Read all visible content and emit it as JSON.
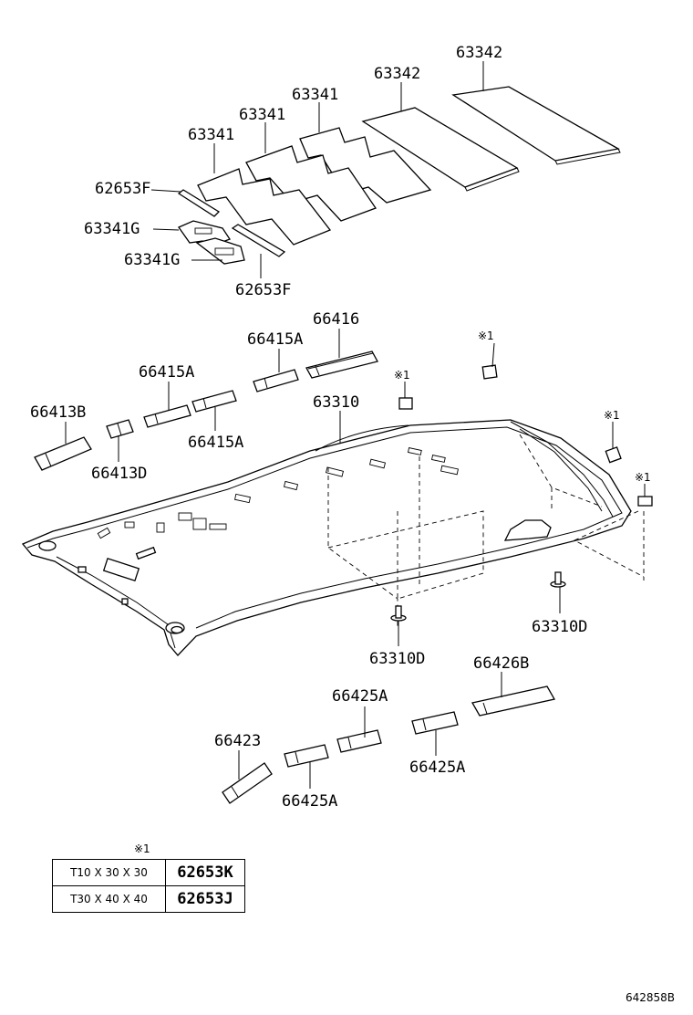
{
  "callouts": {
    "c63342a": "63342",
    "c63342b": "63342",
    "c63341a": "63341",
    "c63341b": "63341",
    "c63341c": "63341",
    "c62653Fa": "62653F",
    "c63341Ga": "63341G",
    "c63341Gb": "63341G",
    "c62653Fb": "62653F",
    "c66416": "66416",
    "c66415Aa": "66415A",
    "c66415Ab": "66415A",
    "c66415Ac": "66415A",
    "c66413B": "66413B",
    "c66413D": "66413D",
    "c63310": "63310",
    "c63310Da": "63310D",
    "c63310Db": "63310D",
    "c66426B": "66426B",
    "c66425Aa": "66425A",
    "c66425Ab": "66425A",
    "c66425Ac": "66425A",
    "c66423": "66423"
  },
  "note_marks": {
    "m1": "※1",
    "m2": "※1",
    "m3": "※1",
    "m4": "※1"
  },
  "spec_table": {
    "mark": "※1",
    "rows": [
      {
        "size": "T10 X 30 X 30",
        "part": "62653K"
      },
      {
        "size": "T30 X 40 X 40",
        "part": "62653J"
      }
    ]
  },
  "figure_code": "642858B"
}
